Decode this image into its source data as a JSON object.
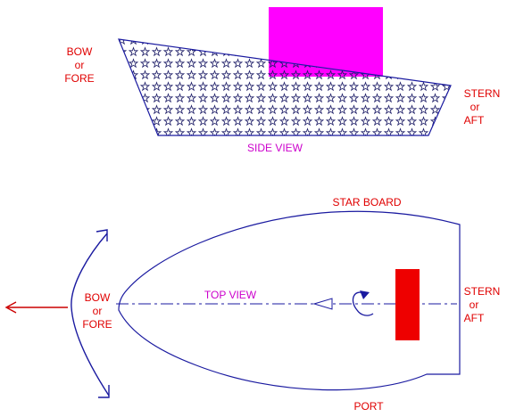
{
  "side_view": {
    "bow_label": [
      "BOW",
      "or",
      "FORE"
    ],
    "stern_label": [
      "STERN",
      "or",
      "AFT"
    ],
    "caption": "SIDE VIEW"
  },
  "top_view": {
    "starboard_label": "STAR BOARD",
    "port_label": "PORT",
    "caption": "TOP VIEW",
    "bow_label": [
      "BOW",
      "or",
      "FORE"
    ],
    "stern_label": [
      "STERN",
      "or",
      "AFT"
    ]
  },
  "colors": {
    "label_red": "#e00000",
    "caption_magenta": "#cc00cc",
    "outline_blue": "#1a1aa0",
    "cabin_magenta": "#ff00ff",
    "rudder_red": "#ee0000",
    "arrow_red": "#cc0000",
    "hull_pattern": "#1c1c66"
  }
}
